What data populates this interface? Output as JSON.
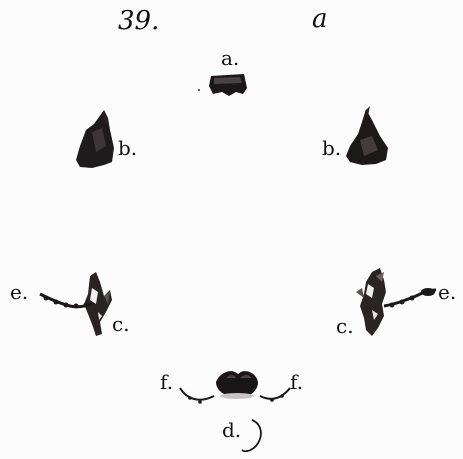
{
  "plate": {
    "number": "39.",
    "marker": "a"
  },
  "labels": {
    "a": "a.",
    "b_left": "b.",
    "b_right": "b.",
    "c_left": "c.",
    "c_right": "c.",
    "e_left": "e.",
    "e_right": "e.",
    "f_left": "f.",
    "f_right": "f.",
    "d": "d."
  },
  "colors": {
    "specimen_dark": "#1a1516",
    "specimen_mid": "#3b3436",
    "background": "#fcfcfc"
  }
}
